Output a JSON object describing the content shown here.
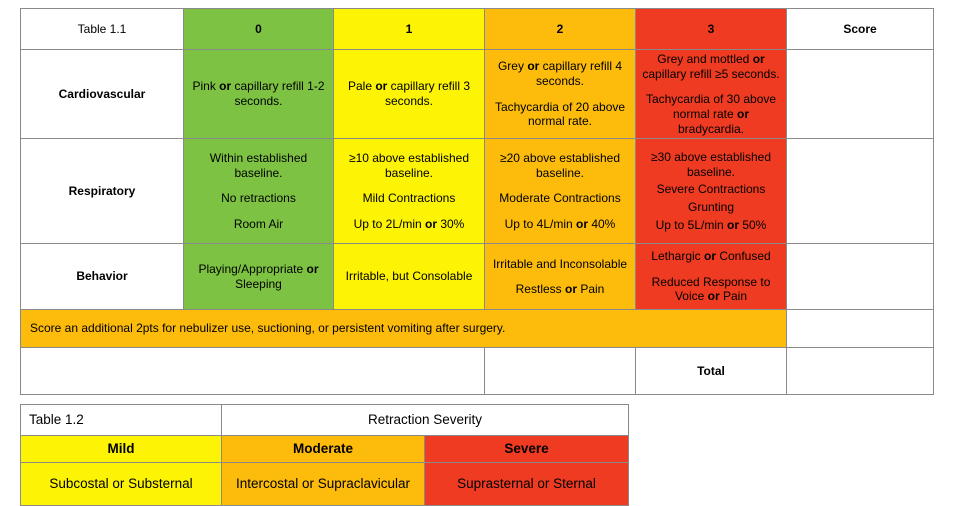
{
  "table1": {
    "caption": "Table 1.1",
    "score_header": "Score",
    "score_columns": [
      "0",
      "1",
      "2",
      "3"
    ],
    "colors": {
      "score0": "#7dc242",
      "score1": "#fcf305",
      "score2": "#fdbc0b",
      "score3": "#ef3b21",
      "empty": "#ffffff",
      "border": "#8a8a8a"
    },
    "rows": [
      {
        "label": "Cardiovascular",
        "score0": [
          "Pink or capillary refill 1-2 seconds."
        ],
        "score1": [
          "Pale or capillary refill 3 seconds."
        ],
        "score2": [
          "Grey or capillary refill 4 seconds.",
          "Tachycardia of 20 above normal rate."
        ],
        "score3": [
          "Grey and mottled or capillary refill ≥5 seconds.",
          "Tachycardia of 30 above normal rate or bradycardia."
        ],
        "score": ""
      },
      {
        "label": "Respiratory",
        "score0": [
          "Within established baseline.",
          "No retractions",
          "Room Air"
        ],
        "score1": [
          "≥10 above established baseline.",
          "Mild Contractions",
          "Up to 2L/min or 30%"
        ],
        "score2": [
          "≥20 above established baseline.",
          "Moderate Contractions",
          "Up to 4L/min or 40%"
        ],
        "score3": [
          "≥30 above established baseline.",
          "Severe Contractions",
          "Grunting",
          "Up to 5L/min or 50%"
        ],
        "score": ""
      },
      {
        "label": "Behavior",
        "score0": [
          "Playing/Appropriate or Sleeping"
        ],
        "score1": [
          "Irritable, but Consolable"
        ],
        "score2": [
          "Irritable and Inconsolable",
          "Restless or Pain"
        ],
        "score3": [
          "Lethargic or Confused",
          "Reduced Response to Voice or Pain"
        ],
        "score": ""
      }
    ],
    "note": "Score an additional 2pts for nebulizer use, suctioning, or persistent vomiting after surgery.",
    "note_score": "",
    "total_label": "Total",
    "total_value": ""
  },
  "table2": {
    "caption": "Table 1.2",
    "title": "Retraction Severity",
    "colors": {
      "mild": "#fcf305",
      "moderate": "#fdbc0b",
      "severe": "#ef3b21"
    },
    "severities": [
      "Mild",
      "Moderate",
      "Severe"
    ],
    "descriptions": [
      "Subcostal or Substernal",
      "Intercostal or Supraclavicular",
      "Suprasternal or Sternal"
    ]
  }
}
